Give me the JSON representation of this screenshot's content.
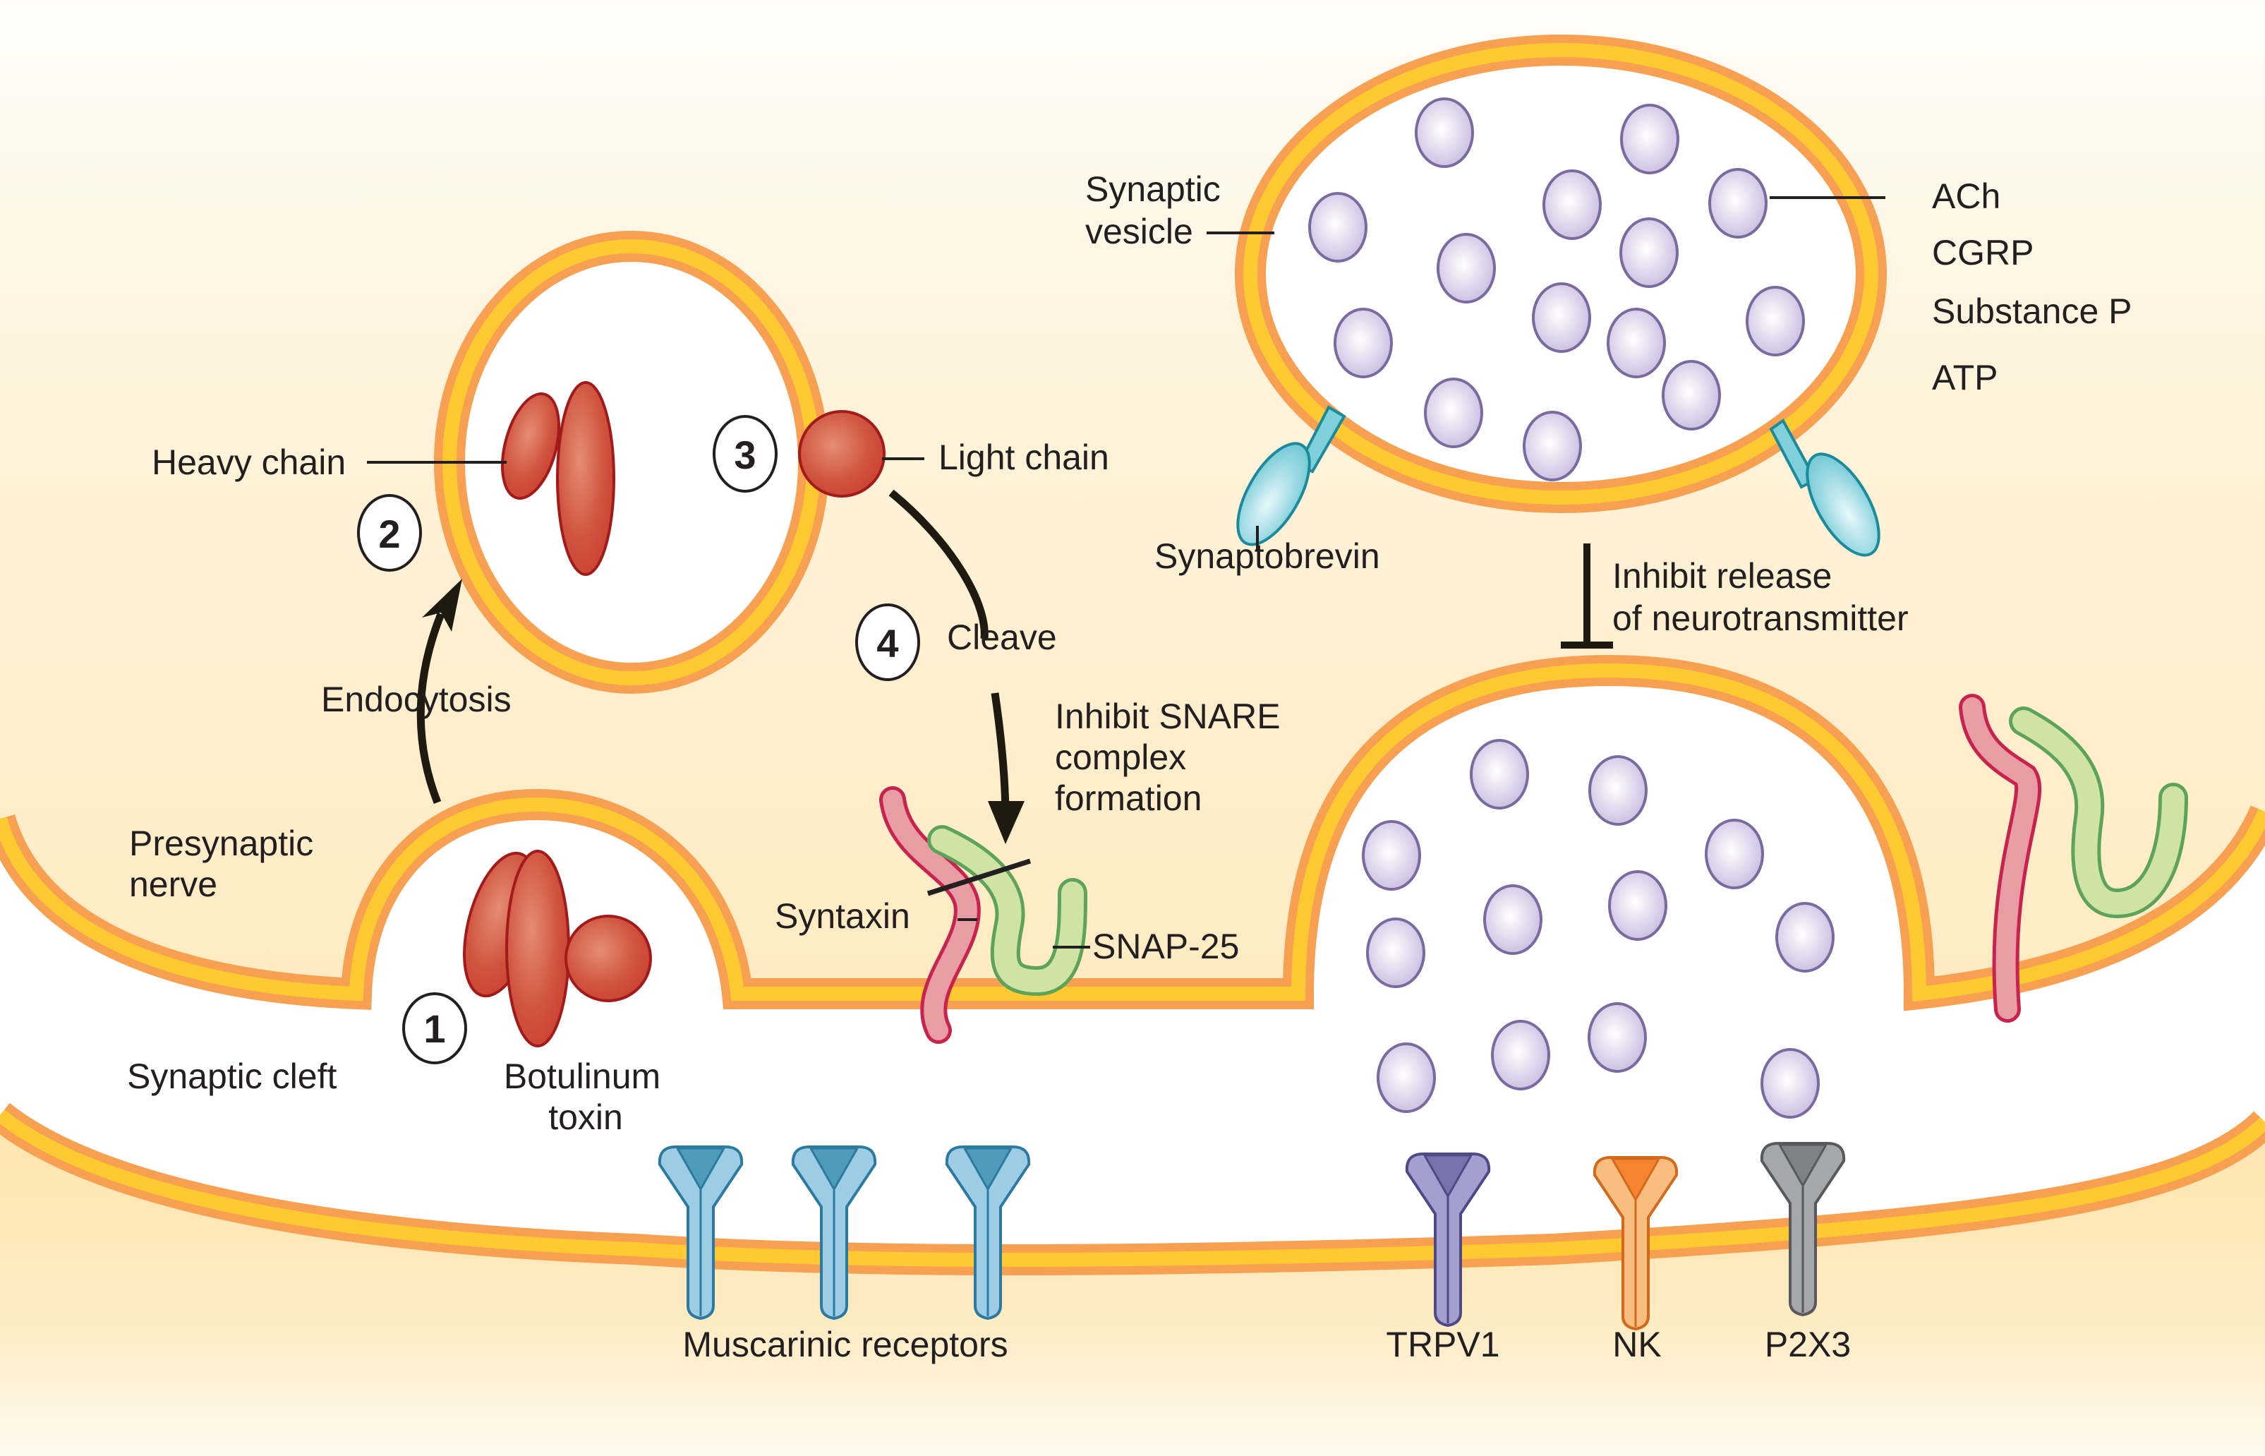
{
  "diagram": {
    "title": "Botulinum toxin mechanism at the presynaptic nerve terminal",
    "colors": {
      "cytoplasm": "#fde8b4",
      "membrane_outer": "#f7a052",
      "membrane_inner": "#fec931",
      "toxin": "#c9402f",
      "vesicle_particle": "#d6c8e6",
      "muscarinic_receptor": "#9ccde4",
      "trpv1_receptor": "#a39fcf",
      "nk_receptor": "#f9bd80",
      "p2x3_receptor": "#a6a7aa",
      "synaptobrevin": "#7fd0da",
      "syntaxin": "#e89ca3",
      "snap25": "#cfe3a5"
    },
    "steps": [
      {
        "number": "1",
        "label": "Botulinum\ntoxin"
      },
      {
        "number": "2",
        "label": "Endocytosis"
      },
      {
        "number": "3",
        "label": "Light chain"
      },
      {
        "number": "4",
        "label": "Cleave"
      }
    ],
    "labels": {
      "presynaptic_nerve_line1": "Presynaptic",
      "presynaptic_nerve_line2": "nerve",
      "synaptic_cleft": "Synaptic cleft",
      "botulinum_line1": "Botulinum",
      "botulinum_line2": "toxin",
      "endocytosis": "Endocytosis",
      "heavy_chain": "Heavy chain",
      "light_chain": "Light chain",
      "cleave": "Cleave",
      "inhibit_snare_line1": "Inhibit SNARE",
      "inhibit_snare_line2": "complex",
      "inhibit_snare_line3": "formation",
      "syntaxin": "Syntaxin",
      "snap25": "SNAP-25",
      "synaptic_vesicle_line1": "Synaptic",
      "synaptic_vesicle_line2": "vesicle",
      "synaptobrevin": "Synaptobrevin",
      "inhibit_release_line1": "Inhibit release",
      "inhibit_release_line2": "of neurotransmitter",
      "muscarinic_receptors": "Muscarinic receptors",
      "trpv1": "TRPV1",
      "nk": "NK",
      "p2x3": "P2X3"
    },
    "neurotransmitters": [
      "ACh",
      "CGRP",
      "Substance P",
      "ATP"
    ]
  }
}
